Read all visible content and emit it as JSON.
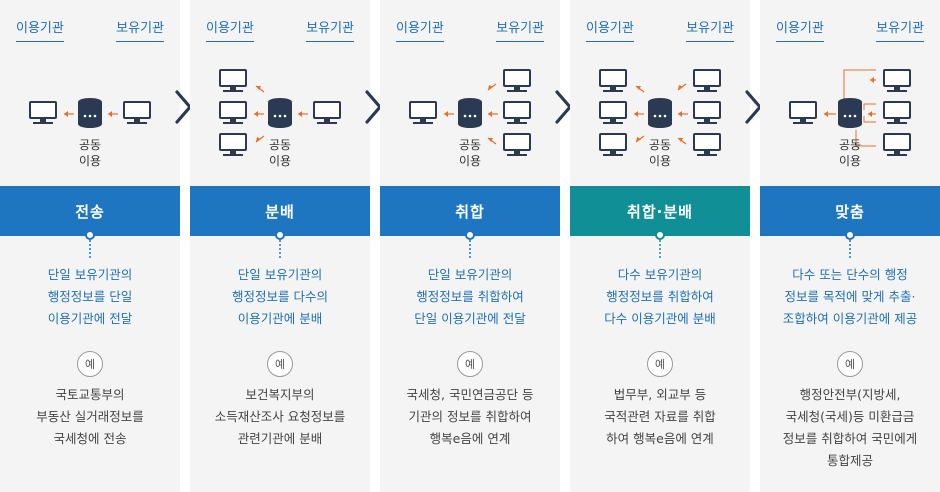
{
  "header": {
    "user_label": "이용기관",
    "holder_label": "보유기관"
  },
  "shared_label": [
    "공동",
    "이용"
  ],
  "example_badge": "예",
  "colors": {
    "blue": "#1e76c0",
    "teal": "#118f97",
    "orange": "#e86f2a",
    "navy": "#2b3a52"
  },
  "panels": [
    {
      "title": "전송",
      "band": "blue",
      "desc": [
        "단일 보유기관의",
        "행정정보를 단일",
        "이용기관에 전달"
      ],
      "example": [
        "국토교통부의",
        "부동산 실거래정보를",
        "국세청에 전송"
      ]
    },
    {
      "title": "분배",
      "band": "blue",
      "desc": [
        "단일 보유기관의",
        "행정정보를 다수의",
        "이용기관에 분배"
      ],
      "example": [
        "보건복지부의",
        "소득재산조사 요청정보를",
        "관련기관에 분배"
      ]
    },
    {
      "title": "취합",
      "band": "blue",
      "desc": [
        "단일 보유기관의",
        "행정정보를 취합하여",
        "단일 이용기관에 전달"
      ],
      "example": [
        "국세청, 국민연금공단 등",
        "기관의 정보를 취합하여",
        "행복e음에 연계"
      ]
    },
    {
      "title": "취합·분배",
      "band": "teal",
      "desc": [
        "다수 보유기관의",
        "행정정보를 취합하여",
        "다수 이용기관에 분배"
      ],
      "example": [
        "법무부, 외교부 등",
        "국적관련 자료를 취합",
        "하여 행복e음에 연계"
      ]
    },
    {
      "title": "맞춤",
      "band": "blue",
      "desc": [
        "다수 또는 단수의 행정",
        "정보를 목적에 맞게 추출·",
        "조합하여 이용기관에 제공"
      ],
      "example": [
        "행정안전부(지방세,",
        "국세청(국세)등 미환급금",
        "정보를 취합하여 국민에게",
        "통합제공"
      ]
    }
  ]
}
